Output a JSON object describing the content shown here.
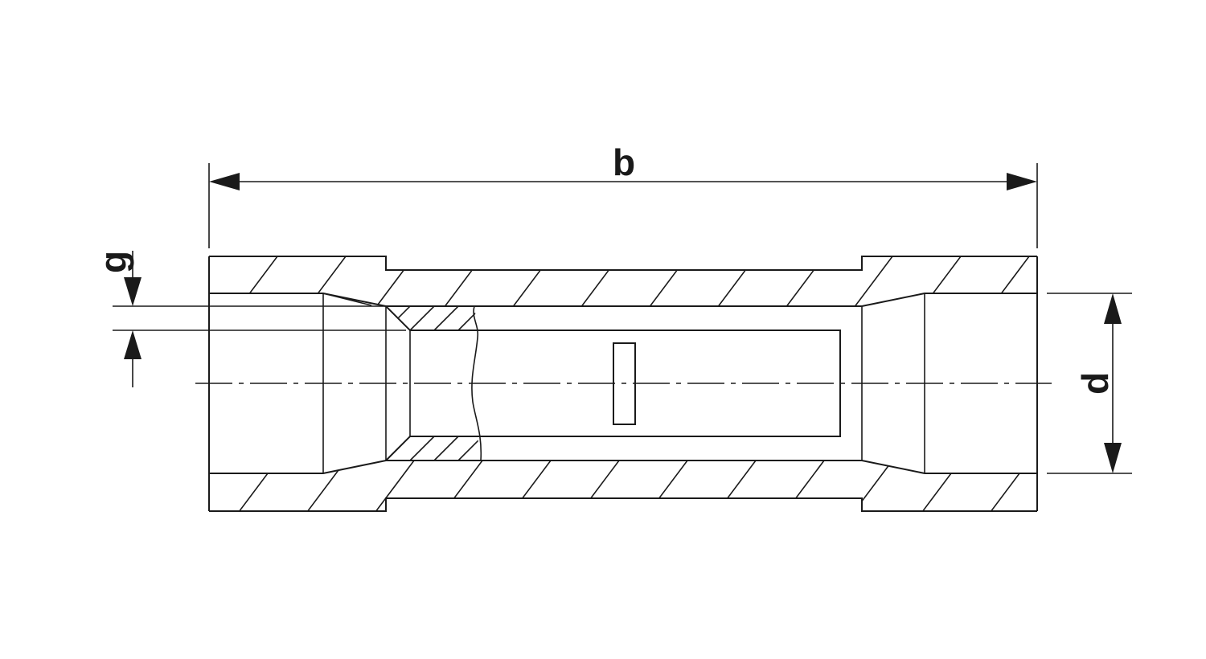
{
  "diagram": {
    "labels": {
      "length": "b",
      "inner_diameter": "d",
      "gap": "g"
    },
    "colors": {
      "line": "#1a1a1a",
      "background": "#ffffff"
    }
  }
}
